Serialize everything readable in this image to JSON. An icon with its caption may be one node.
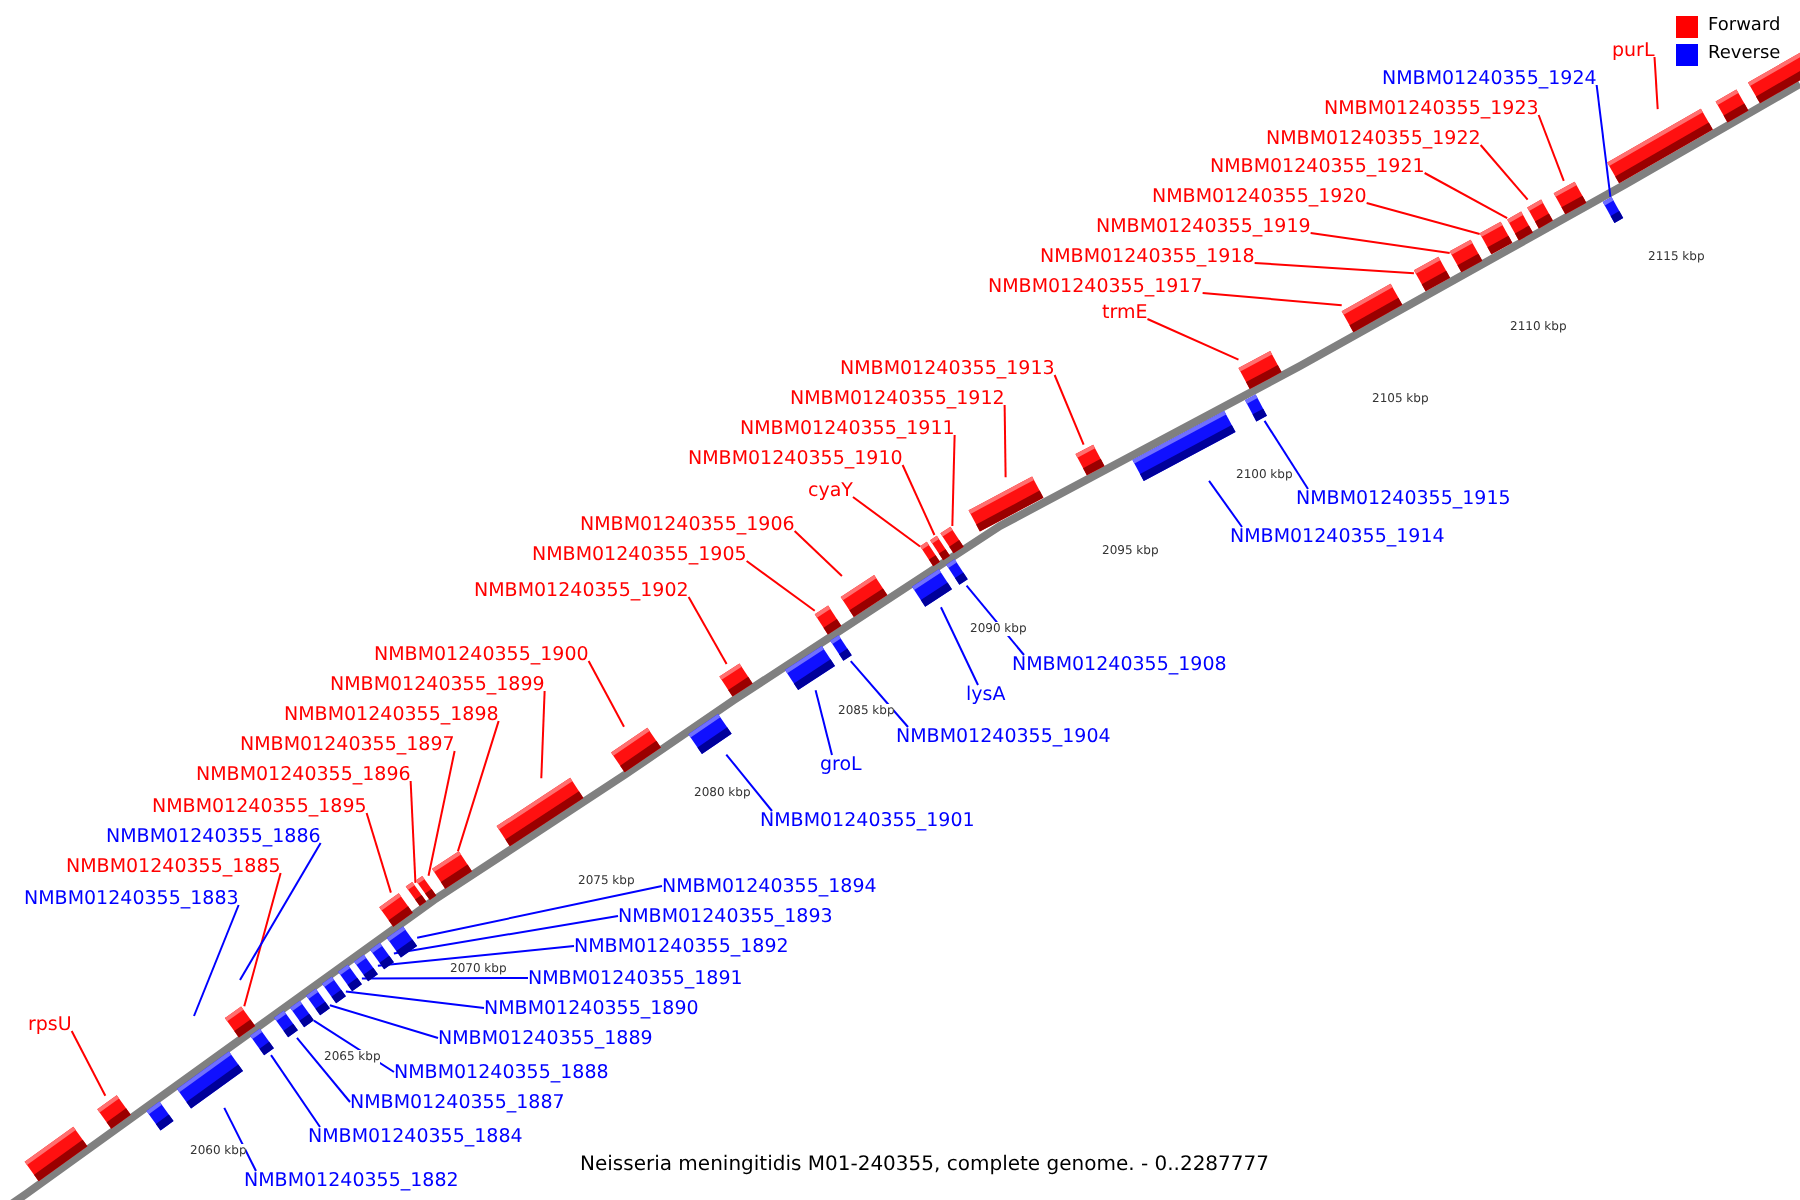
{
  "diagram": {
    "caption": "Neisseria meningitidis M01-240355, complete genome. - 0..2287777",
    "nodes": [
      {
        "text": [
          "rpsU"
        ]
      },
      {
        "text": [
          "NMBM01240355_1882"
        ]
      },
      {
        "text": [
          "NMBM01240355_1883"
        ]
      },
      {
        "text": [
          "NMBM01240355_1884"
        ]
      },
      {
        "text": [
          "NMBM01240355_1885"
        ]
      },
      {
        "text": [
          "NMBM01240355_1886"
        ]
      },
      {
        "text": [
          "NMBM01240355_1887"
        ]
      },
      {
        "text": [
          "NMBM01240355_1888"
        ]
      },
      {
        "text": [
          "NMBM01240355_1889"
        ]
      },
      {
        "text": [
          "NMBM01240355_1890"
        ]
      },
      {
        "text": [
          "NMBM01240355_1891"
        ]
      },
      {
        "text": [
          "NMBM01240355_1892"
        ]
      },
      {
        "text": [
          "NMBM01240355_1893"
        ]
      },
      {
        "text": [
          "NMBM01240355_1894"
        ]
      },
      {
        "text": [
          "NMBM01240355_1895"
        ]
      },
      {
        "text": [
          "NMBM01240355_1896"
        ]
      },
      {
        "text": [
          "NMBM01240355_1897"
        ]
      },
      {
        "text": [
          "NMBM01240355_1898"
        ]
      },
      {
        "text": [
          "NMBM01240355_1899"
        ]
      },
      {
        "text": [
          "NMBM01240355_1900"
        ]
      },
      {
        "text": [
          "NMBM01240355_1901"
        ]
      },
      {
        "text": [
          "NMBM01240355_1902"
        ]
      },
      {
        "text": [
          "groL"
        ]
      },
      {
        "text": [
          "NMBM01240355_1904"
        ]
      },
      {
        "text": [
          "NMBM01240355_1905"
        ]
      },
      {
        "text": [
          "NMBM01240355_1906"
        ]
      },
      {
        "text": [
          "lysA"
        ]
      },
      {
        "text": [
          "NMBM01240355_1908"
        ]
      },
      {
        "text": [
          "cyaY"
        ]
      },
      {
        "text": [
          "NMBM01240355_1910"
        ]
      },
      {
        "text": [
          "NMBM01240355_1911"
        ]
      },
      {
        "text": [
          "NMBM01240355_1912"
        ]
      },
      {
        "text": [
          "NMBM01240355_1913"
        ]
      },
      {
        "text": [
          "NMBM01240355_1914"
        ]
      },
      {
        "text": [
          "NMBM01240355_1915"
        ]
      },
      {
        "text": [
          "trmE"
        ]
      },
      {
        "text": [
          "NMBM01240355_1917"
        ]
      },
      {
        "text": [
          "NMBM01240355_1918"
        ]
      },
      {
        "text": [
          "NMBM01240355_1919"
        ]
      },
      {
        "text": [
          "NMBM01240355_1920"
        ]
      },
      {
        "text": [
          "NMBM01240355_1921"
        ]
      },
      {
        "text": [
          "NMBM01240355_1922"
        ]
      },
      {
        "text": [
          "NMBM01240355_1923"
        ]
      },
      {
        "text": [
          "NMBM01240355_1924"
        ]
      },
      {
        "text": [
          "purL"
        ]
      },
      {
        "text": [],
        "shape": "bar"
      },
      {
        "text": [],
        "shape": "bar"
      },
      {
        "text": [],
        "shape": "bar"
      },
      {
        "text": [],
        "shape": "bar"
      },
      {
        "text": [],
        "shape": "bar"
      },
      {
        "text": [],
        "shape": "bar"
      },
      {
        "text": [],
        "shape": "bar"
      },
      {
        "text": [],
        "shape": "bar"
      },
      {
        "text": [],
        "shape": "bar"
      },
      {
        "text": [],
        "shape": "bar"
      },
      {
        "text": [],
        "shape": "bar"
      },
      {
        "text": [],
        "shape": "bar"
      },
      {
        "text": [],
        "shape": "bar"
      },
      {
        "text": [],
        "shape": "bar"
      },
      {
        "text": [],
        "shape": "bar"
      },
      {
        "text": [],
        "shape": "bar"
      },
      {
        "text": [],
        "shape": "bar"
      },
      {
        "text": [],
        "shape": "bar"
      },
      {
        "text": [],
        "shape": "bar"
      },
      {
        "text": [],
        "shape": "bar"
      },
      {
        "text": [],
        "shape": "bar"
      },
      {
        "text": [],
        "shape": "bar"
      },
      {
        "text": [],
        "shape": "bar"
      },
      {
        "text": [],
        "shape": "bar"
      },
      {
        "text": [],
        "shape": "bar"
      },
      {
        "text": [],
        "shape": "bar"
      },
      {
        "text": [],
        "shape": "bar"
      },
      {
        "text": [],
        "shape": "bar"
      },
      {
        "text": [],
        "shape": "bar"
      },
      {
        "text": [],
        "shape": "bar"
      },
      {
        "text": [],
        "shape": "bar"
      },
      {
        "text": [],
        "shape": "bar"
      },
      {
        "text": [],
        "shape": "bar"
      },
      {
        "text": [],
        "shape": "bar"
      },
      {
        "text": [],
        "shape": "bar"
      },
      {
        "text": [],
        "shape": "bar"
      },
      {
        "text": [],
        "shape": "bar"
      },
      {
        "text": [],
        "shape": "bar"
      },
      {
        "text": [],
        "shape": "bar"
      },
      {
        "text": [],
        "shape": "bar"
      },
      {
        "text": [],
        "shape": "bar"
      },
      {
        "text": [],
        "shape": "bar"
      },
      {
        "text": [],
        "shape": "bar"
      },
      {
        "text": [],
        "shape": "bar"
      },
      {
        "text": [],
        "shape": "bar"
      },
      {
        "text": [],
        "shape": "bar"
      },
      {
        "text": [],
        "shape": "bar"
      }
    ],
    "edges": [
      {
        "from": 0,
        "to": 45,
        "arrow": "none"
      },
      {
        "from": 1,
        "to": 46,
        "arrow": "none",
        "color": "#0000ff"
      },
      {
        "from": 2,
        "to": null,
        "arrow": "none",
        "color": "#0000ff"
      },
      {
        "from": 3,
        "to": 47,
        "arrow": "none",
        "color": "#0000ff"
      },
      {
        "from": 4,
        "to": 48,
        "arrow": "none"
      },
      {
        "from": 5,
        "to": null,
        "arrow": "none",
        "color": "#0000ff"
      },
      {
        "from": 6,
        "to": 49,
        "arrow": "none",
        "color": "#0000ff"
      },
      {
        "from": 7,
        "to": 50,
        "arrow": "none",
        "color": "#0000ff"
      },
      {
        "from": 8,
        "to": 51,
        "arrow": "none",
        "color": "#0000ff"
      },
      {
        "from": 9,
        "to": 52,
        "arrow": "none",
        "color": "#0000ff"
      },
      {
        "from": 10,
        "to": 53,
        "arrow": "none",
        "color": "#0000ff"
      },
      {
        "from": 11,
        "to": 54,
        "arrow": "none",
        "color": "#0000ff"
      },
      {
        "from": 12,
        "to": 55,
        "arrow": "none",
        "color": "#0000ff"
      },
      {
        "from": 13,
        "to": 56,
        "arrow": "none",
        "color": "#0000ff"
      },
      {
        "from": 14,
        "to": 57,
        "arrow": "none"
      },
      {
        "from": 15,
        "to": 58,
        "arrow": "none"
      },
      {
        "from": 16,
        "to": 59,
        "arrow": "none"
      },
      {
        "from": 17,
        "to": 60,
        "arrow": "none"
      },
      {
        "from": 18,
        "to": 61,
        "arrow": "none"
      },
      {
        "from": 19,
        "to": 62,
        "arrow": "none"
      },
      {
        "from": 20,
        "to": 63,
        "arrow": "none",
        "color": "#0000ff"
      },
      {
        "from": 21,
        "to": 64,
        "arrow": "none"
      },
      {
        "from": 22,
        "to": 65,
        "arrow": "none",
        "color": "#0000ff"
      },
      {
        "from": 23,
        "to": 66,
        "arrow": "none",
        "color": "#0000ff"
      },
      {
        "from": 24,
        "to": 67,
        "arrow": "none"
      },
      {
        "from": 25,
        "to": 68,
        "arrow": "none"
      },
      {
        "from": 26,
        "to": 69,
        "arrow": "none",
        "color": "#0000ff"
      },
      {
        "from": 27,
        "to": 70,
        "arrow": "none",
        "color": "#0000ff"
      },
      {
        "from": 28,
        "to": 71,
        "arrow": "none"
      },
      {
        "from": 29,
        "to": 72,
        "arrow": "none"
      },
      {
        "from": 30,
        "to": 73,
        "arrow": "none"
      },
      {
        "from": 31,
        "to": 74,
        "arrow": "none"
      },
      {
        "from": 32,
        "to": 75,
        "arrow": "none"
      },
      {
        "from": 33,
        "to": 76,
        "arrow": "none",
        "color": "#0000ff"
      },
      {
        "from": 34,
        "to": 77,
        "arrow": "none",
        "color": "#0000ff"
      },
      {
        "from": 35,
        "to": 78,
        "arrow": "none"
      },
      {
        "from": 36,
        "to": 79,
        "arrow": "none"
      },
      {
        "from": 37,
        "to": 80,
        "arrow": "none"
      },
      {
        "from": 38,
        "to": 81,
        "arrow": "none"
      },
      {
        "from": 39,
        "to": 82,
        "arrow": "none"
      },
      {
        "from": 40,
        "to": 83,
        "arrow": "none"
      },
      {
        "from": 41,
        "to": 84,
        "arrow": "none"
      },
      {
        "from": 42,
        "to": 85,
        "arrow": "none"
      },
      {
        "from": 43,
        "to": 86,
        "arrow": "none",
        "color": "#0000ff"
      },
      {
        "from": 44,
        "to": 87,
        "arrow": "none"
      }
    ],
    "labels": [
      "2115 kbp",
      "2110 kbp",
      "2105 kbp",
      "2100 kbp",
      "2095 kbp",
      "2090 kbp",
      "2085 kbp",
      "2080 kbp",
      "2075 kbp",
      "2070 kbp",
      "2065 kbp",
      "2060 kbp"
    ],
    "legend": [
      {
        "text": "Forward",
        "color": "#ff0000"
      },
      {
        "text": "Reverse",
        "color": "#0000ff"
      }
    ]
  }
}
